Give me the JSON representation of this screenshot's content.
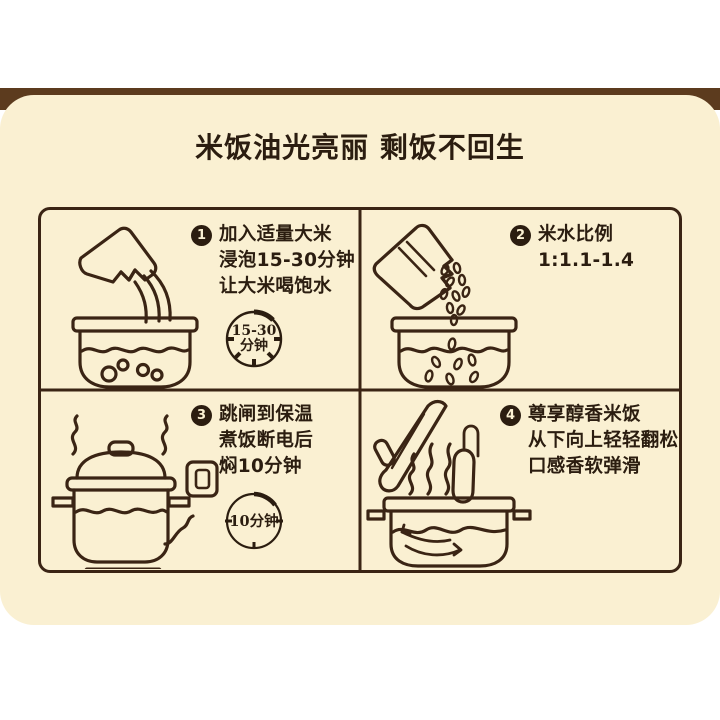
{
  "page": {
    "title": "米饭油光亮丽 剩饭不回生",
    "card_bg": "#faf0d2",
    "band_color": "#5c3b1e",
    "ink": "#2b1d10",
    "line_color": "#3a2414"
  },
  "steps": [
    {
      "number": "1",
      "lines": [
        "加入适量大米",
        "浸泡15-30分钟",
        "让大米喝饱水"
      ],
      "badge": {
        "line1": "15-30",
        "line2": "分钟"
      },
      "illustration": "pouring-water-into-pot-icon"
    },
    {
      "number": "2",
      "lines": [
        "米水比例",
        "1:1.1-1.4"
      ],
      "badge": null,
      "illustration": "pouring-rice-into-pot-icon"
    },
    {
      "number": "3",
      "lines": [
        "跳闸到保温",
        "煮饭断电后",
        "焖10分钟"
      ],
      "badge": {
        "line1": "10分钟",
        "line2": ""
      },
      "illustration": "covered-pot-unplugged-icon"
    },
    {
      "number": "4",
      "lines": [
        "尊享醇香米饭",
        "从下向上轻轻翻松",
        "口感香软弹滑"
      ],
      "badge": null,
      "illustration": "fluffing-rice-with-paddle-icon"
    }
  ]
}
